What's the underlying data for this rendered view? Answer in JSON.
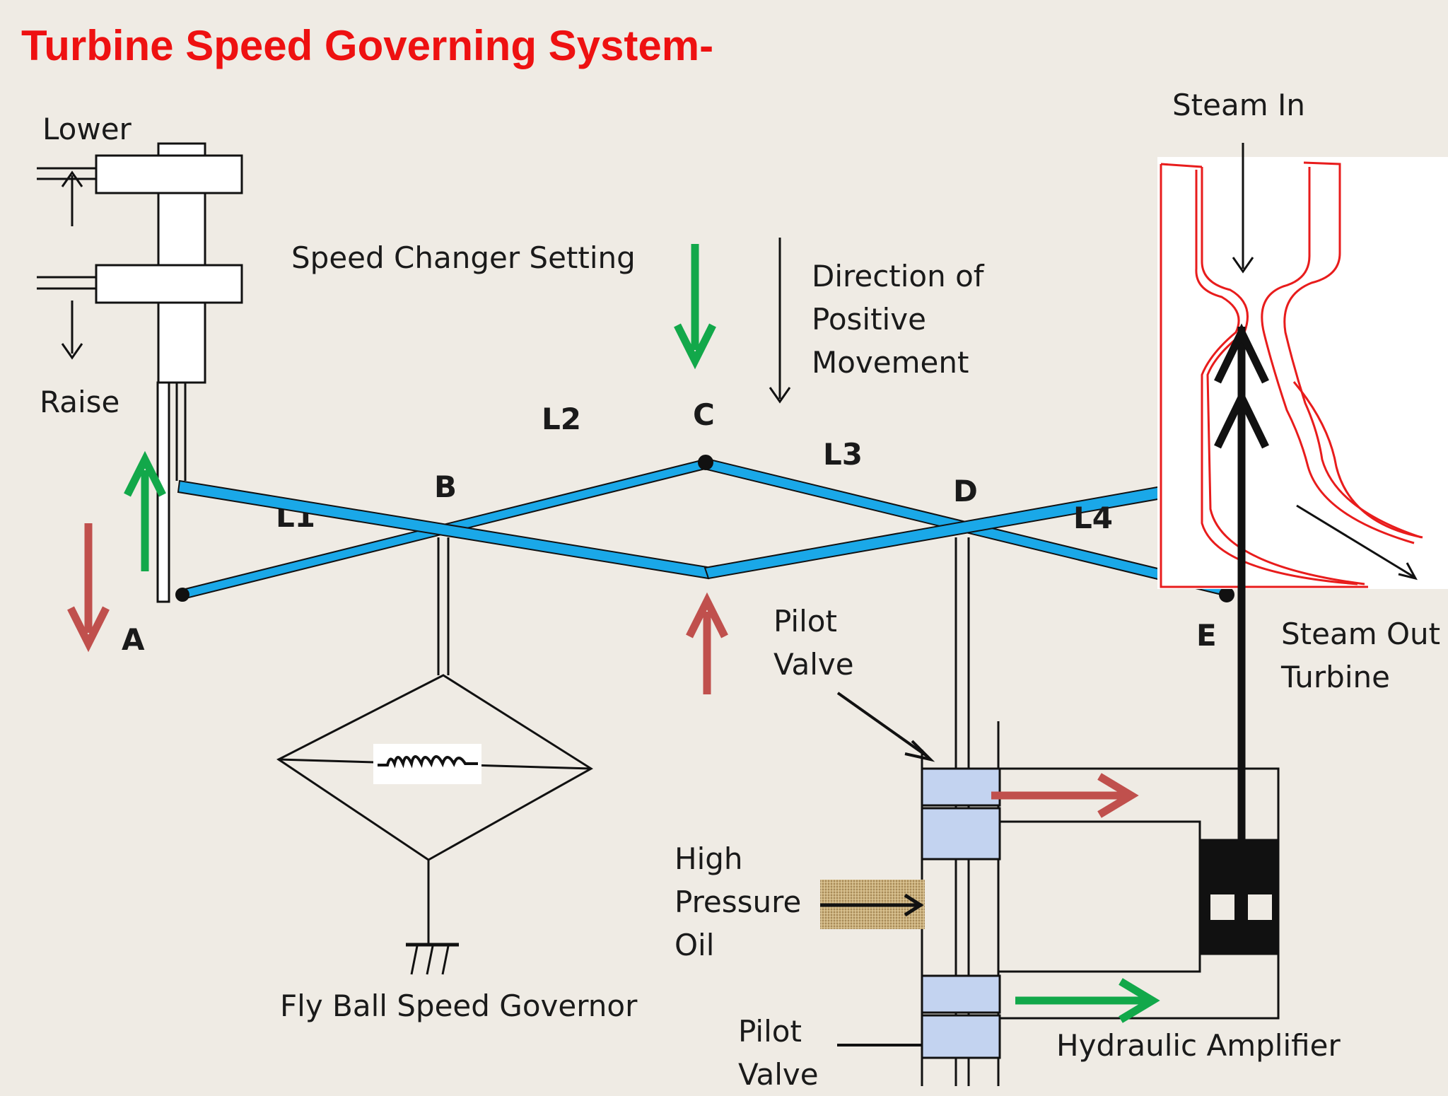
{
  "title": "Turbine Speed Governing System-",
  "labels": {
    "lower": "Lower",
    "raise": "Raise",
    "speed_changer": "Speed Changer Setting",
    "direction_lines": [
      "Direction of",
      "Positive",
      "Movement"
    ],
    "steam_in": "Steam In",
    "steam_out_lines": [
      "Steam Out",
      "Turbine"
    ],
    "pilot_valve_lines": [
      "Pilot",
      "Valve"
    ],
    "high_pressure_oil_lines": [
      "High",
      "Pressure",
      "Oil"
    ],
    "fly_ball_governor": "Fly Ball Speed Governor",
    "hydraulic_amplifier": "Hydraulic Amplifier",
    "pilot_valve_bottom_lines": [
      "Pilot",
      "Valve"
    ]
  },
  "points": {
    "a": "A",
    "b": "B",
    "c": "C",
    "d": "D",
    "e": "E",
    "l1": "L1",
    "l2": "L2",
    "l3": "L3",
    "l4": "L4"
  },
  "colors": {
    "title": "#ee1111",
    "link": "#1aa8e8",
    "green_arrow": "#12a84a",
    "red_arrow": "#c0504d",
    "turbine_outline": "#e81c1c",
    "valve_spool": "#c3d3f0",
    "oil_texture": "#c2a46e"
  }
}
